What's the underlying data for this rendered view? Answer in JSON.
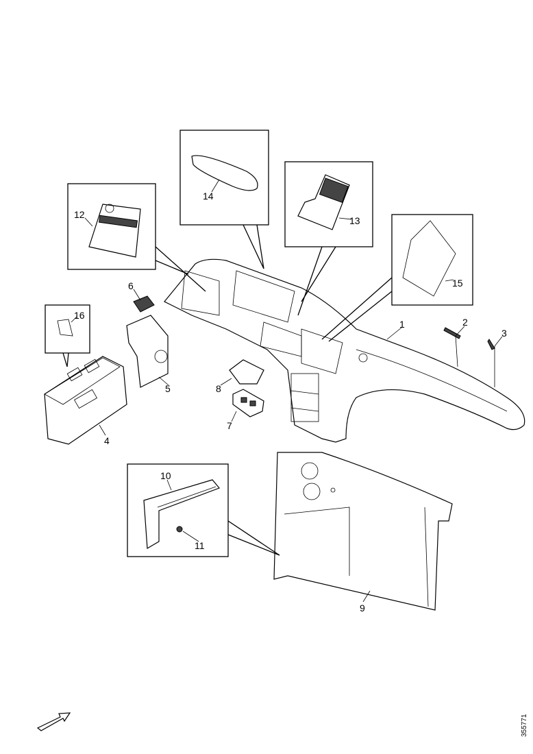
{
  "diagram": {
    "document_id": "355771",
    "callouts": [
      {
        "number": "1"
      },
      {
        "number": "2"
      },
      {
        "number": "3"
      },
      {
        "number": "4"
      },
      {
        "number": "5"
      },
      {
        "number": "6"
      },
      {
        "number": "7"
      },
      {
        "number": "8"
      },
      {
        "number": "9"
      },
      {
        "number": "10"
      },
      {
        "number": "11"
      },
      {
        "number": "12"
      },
      {
        "number": "13"
      },
      {
        "number": "14"
      },
      {
        "number": "15"
      },
      {
        "number": "16"
      }
    ],
    "direction_arrow_icon": "arrow-forward-icon"
  }
}
